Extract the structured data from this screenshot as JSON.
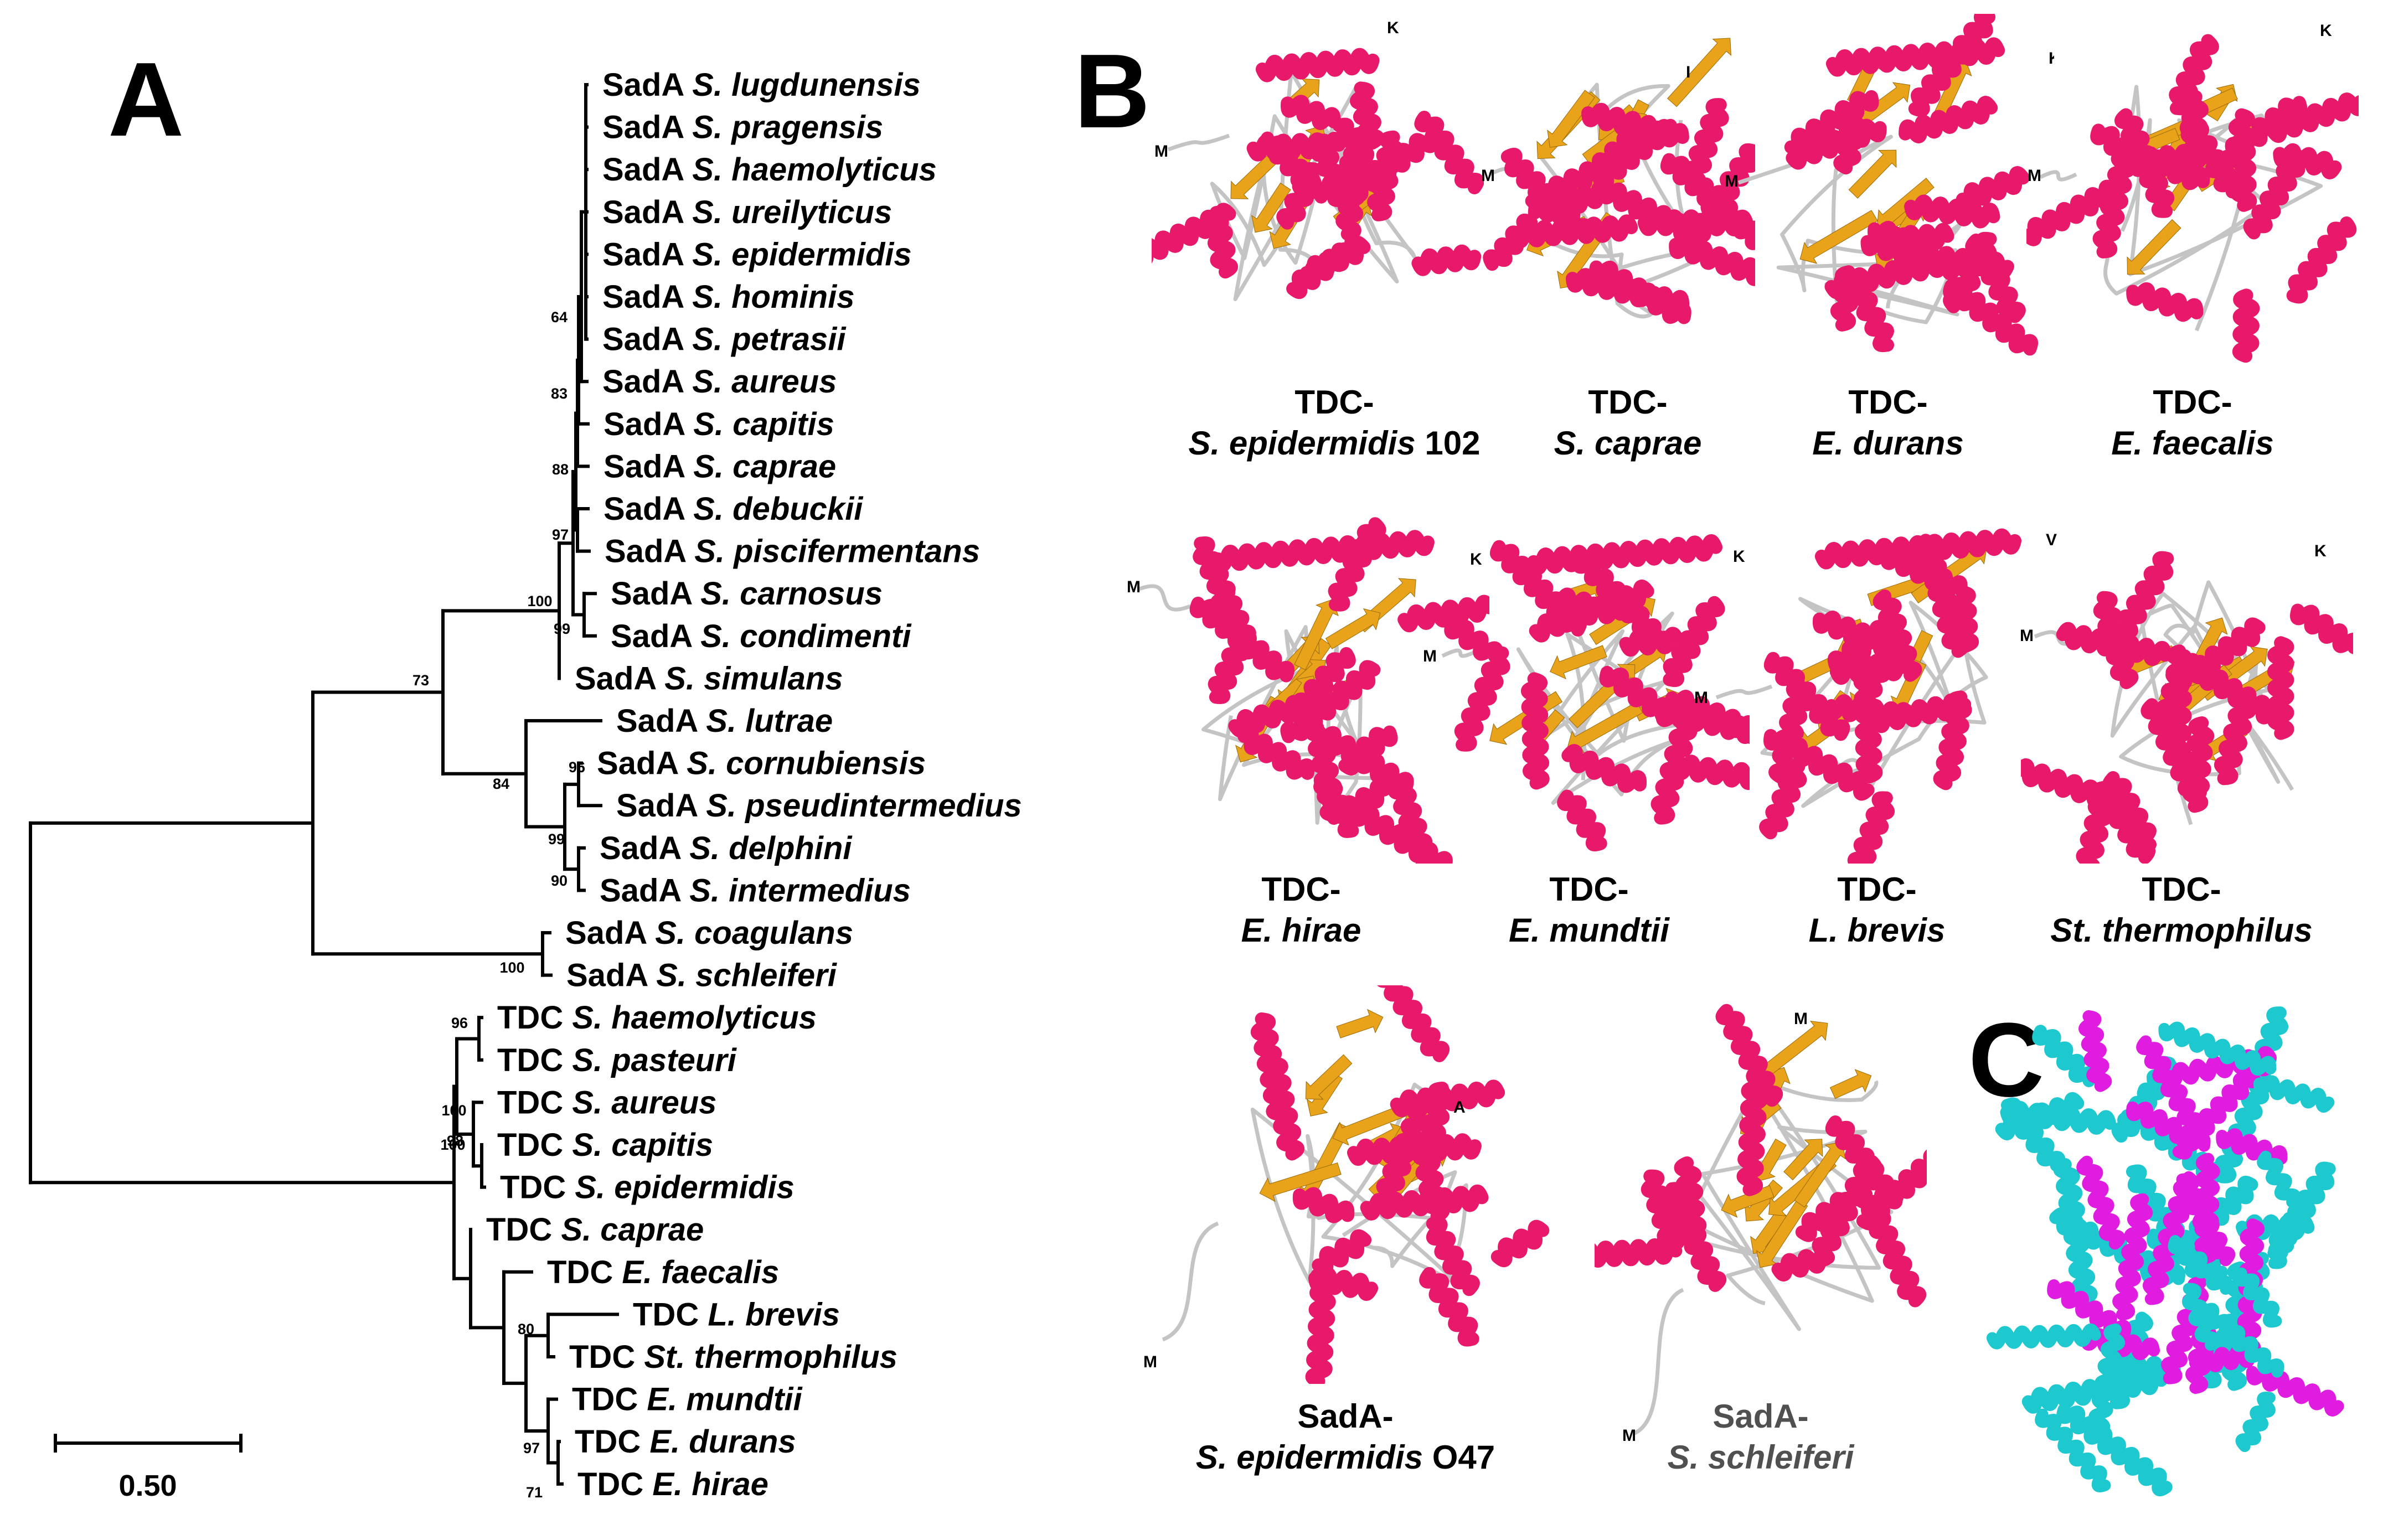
{
  "panels": {
    "a": "A",
    "b": "B",
    "c": "C"
  },
  "tree": {
    "taxa": [
      {
        "prefix": "SadA",
        "species": "S. lugdunensis"
      },
      {
        "prefix": "SadA",
        "species": "S. pragensis"
      },
      {
        "prefix": "SadA",
        "species": "S. haemolyticus"
      },
      {
        "prefix": "SadA",
        "species": "S. ureilyticus"
      },
      {
        "prefix": "SadA",
        "species": "S. epidermidis"
      },
      {
        "prefix": "SadA",
        "species": "S. hominis"
      },
      {
        "prefix": "SadA",
        "species": "S. petrasii"
      },
      {
        "prefix": "SadA",
        "species": "S. aureus"
      },
      {
        "prefix": "SadA",
        "species": "S. capitis"
      },
      {
        "prefix": "SadA",
        "species": "S. caprae"
      },
      {
        "prefix": "SadA",
        "species": "S. debuckii"
      },
      {
        "prefix": "SadA",
        "species": "S. piscifermentans"
      },
      {
        "prefix": "SadA",
        "species": "S. carnosus"
      },
      {
        "prefix": "SadA",
        "species": "S. condimenti"
      },
      {
        "prefix": "SadA",
        "species": "S. simulans"
      },
      {
        "prefix": "SadA",
        "species": "S. lutrae"
      },
      {
        "prefix": "SadA",
        "species": "S. cornubiensis"
      },
      {
        "prefix": "SadA",
        "species": "S. pseudintermedius"
      },
      {
        "prefix": "SadA",
        "species": "S. delphini"
      },
      {
        "prefix": "SadA",
        "species": "S. intermedius"
      },
      {
        "prefix": "SadA",
        "species": "S. coagulans"
      },
      {
        "prefix": "SadA",
        "species": "S. schleiferi"
      },
      {
        "prefix": "TDC",
        "species": "S. haemolyticus"
      },
      {
        "prefix": "TDC",
        "species": "S. pasteuri"
      },
      {
        "prefix": "TDC",
        "species": "S. aureus"
      },
      {
        "prefix": "TDC",
        "species": "S. capitis"
      },
      {
        "prefix": "TDC",
        "species": "S. epidermidis"
      },
      {
        "prefix": "TDC",
        "species": "S. caprae"
      },
      {
        "prefix": "TDC",
        "species": "E. faecalis"
      },
      {
        "prefix": "TDC",
        "species": "L. brevis"
      },
      {
        "prefix": "TDC",
        "species": "St. thermophilus"
      },
      {
        "prefix": "TDC",
        "species": "E. mundtii"
      },
      {
        "prefix": "TDC",
        "species": "E. durans"
      },
      {
        "prefix": "TDC",
        "species": "E. hirae"
      }
    ],
    "bootstrap": [
      "64",
      "83",
      "88",
      "97",
      "100",
      "99",
      "73",
      "96",
      "84",
      "99",
      "90",
      "100",
      "96",
      "100",
      "98",
      "100",
      "80",
      "97",
      "71"
    ],
    "scale_label": "0.50"
  },
  "structures": [
    {
      "line1": "TDC-",
      "species": "S. epidermidis",
      "strain": " 102",
      "n_term": "M",
      "c_term": "K"
    },
    {
      "line1": "TDC-",
      "species": "S. caprae",
      "strain": "",
      "n_term": "M",
      "c_term": "I"
    },
    {
      "line1": "TDC-",
      "species": "E. durans",
      "strain": "",
      "n_term": "M",
      "c_term": "K"
    },
    {
      "line1": "TDC-",
      "species": "E. faecalis",
      "strain": "",
      "n_term": "M",
      "c_term": "K"
    },
    {
      "line1": "TDC-",
      "species": "E. hirae",
      "strain": "",
      "n_term": "M",
      "c_term": "K"
    },
    {
      "line1": "TDC-",
      "species": "E. mundtii",
      "strain": "",
      "n_term": "M",
      "c_term": "K"
    },
    {
      "line1": "TDC-",
      "species": "L. brevis",
      "strain": "",
      "n_term": "M",
      "c_term": "V"
    },
    {
      "line1": "TDC-",
      "species": "St. thermophilus",
      "strain": "",
      "n_term": "M",
      "c_term": "K"
    },
    {
      "line1": "SadA-",
      "species": "S. epidermidis",
      "strain": " O47",
      "n_term": "M",
      "c_term": "A"
    },
    {
      "line1": "SadA-",
      "species": "S. schleiferi",
      "strain": "",
      "n_term": "M",
      "c_term": "M"
    }
  ],
  "colors": {
    "helix": "#e8186a",
    "sheet": "#e8a31a",
    "coil": "#c4c4c4",
    "overlay_a": "#1ec8cf",
    "overlay_b": "#e01ce0"
  }
}
